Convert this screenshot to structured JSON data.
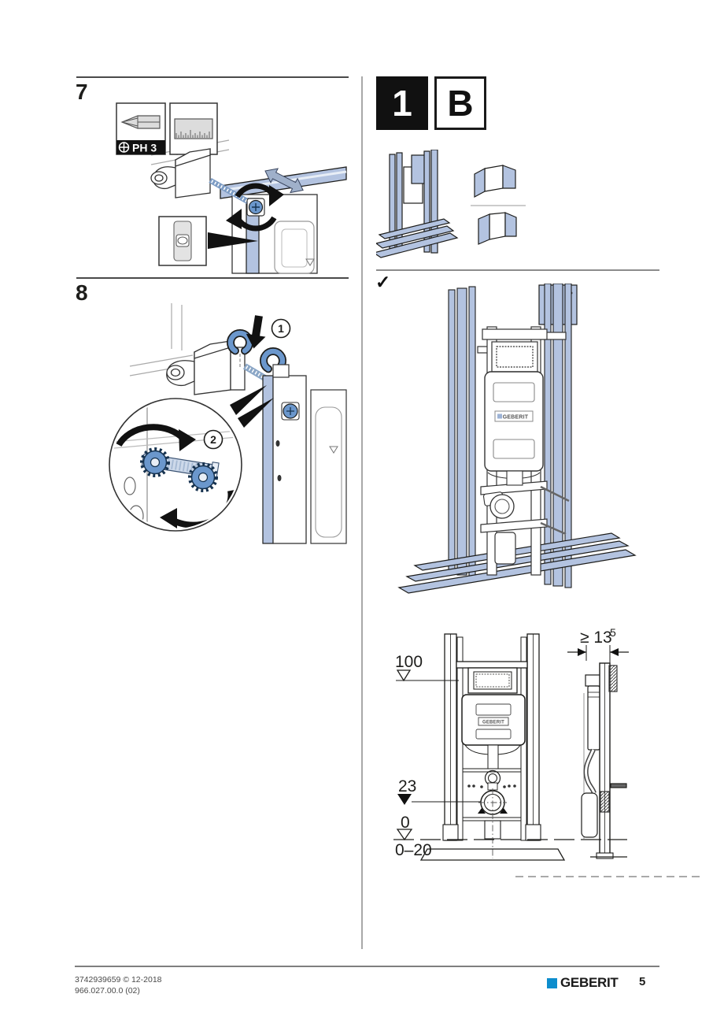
{
  "document": {
    "type": "installation-manual-page",
    "footer": {
      "doc_number": "3742939659 © 12-2018",
      "doc_code": "966.027.00.0 (02)",
      "brand": "GEBERIT",
      "page_number": "5"
    }
  },
  "left_column": {
    "step7": {
      "number": "7",
      "tool_label": "PH 3"
    },
    "step8": {
      "number": "8",
      "callout_1": "1",
      "callout_2": "2"
    }
  },
  "right_column": {
    "step_badge": "1",
    "variant_badge": "B",
    "result_check": "✓",
    "cistern_brand": "GEBERIT",
    "dimensions": {
      "top_level": "100",
      "outlet_level": "23",
      "floor_level": "0",
      "floor_range": "0–20",
      "wall_depth": "≥ 13",
      "wall_depth_sup": "5"
    }
  },
  "icons": {
    "phillips_bit": "phillips-bit-icon",
    "ruler": "ruler-icon",
    "spirit_level": "spirit-level-icon",
    "rotate": "rotate-arrow-icon",
    "slide": "double-arrow-icon",
    "insert": "arrow-down-icon",
    "magnifier": "magnifier-detail-circle",
    "brand_square": "geberit-logo-square"
  },
  "colors": {
    "profile_blue": "#b3c3e0",
    "part_blue": "#6b97cc",
    "arrow_gray_blue": "#9fb0ca",
    "geberit_blue": "#0d8dcd",
    "line_dark": "#1d1d1b"
  }
}
